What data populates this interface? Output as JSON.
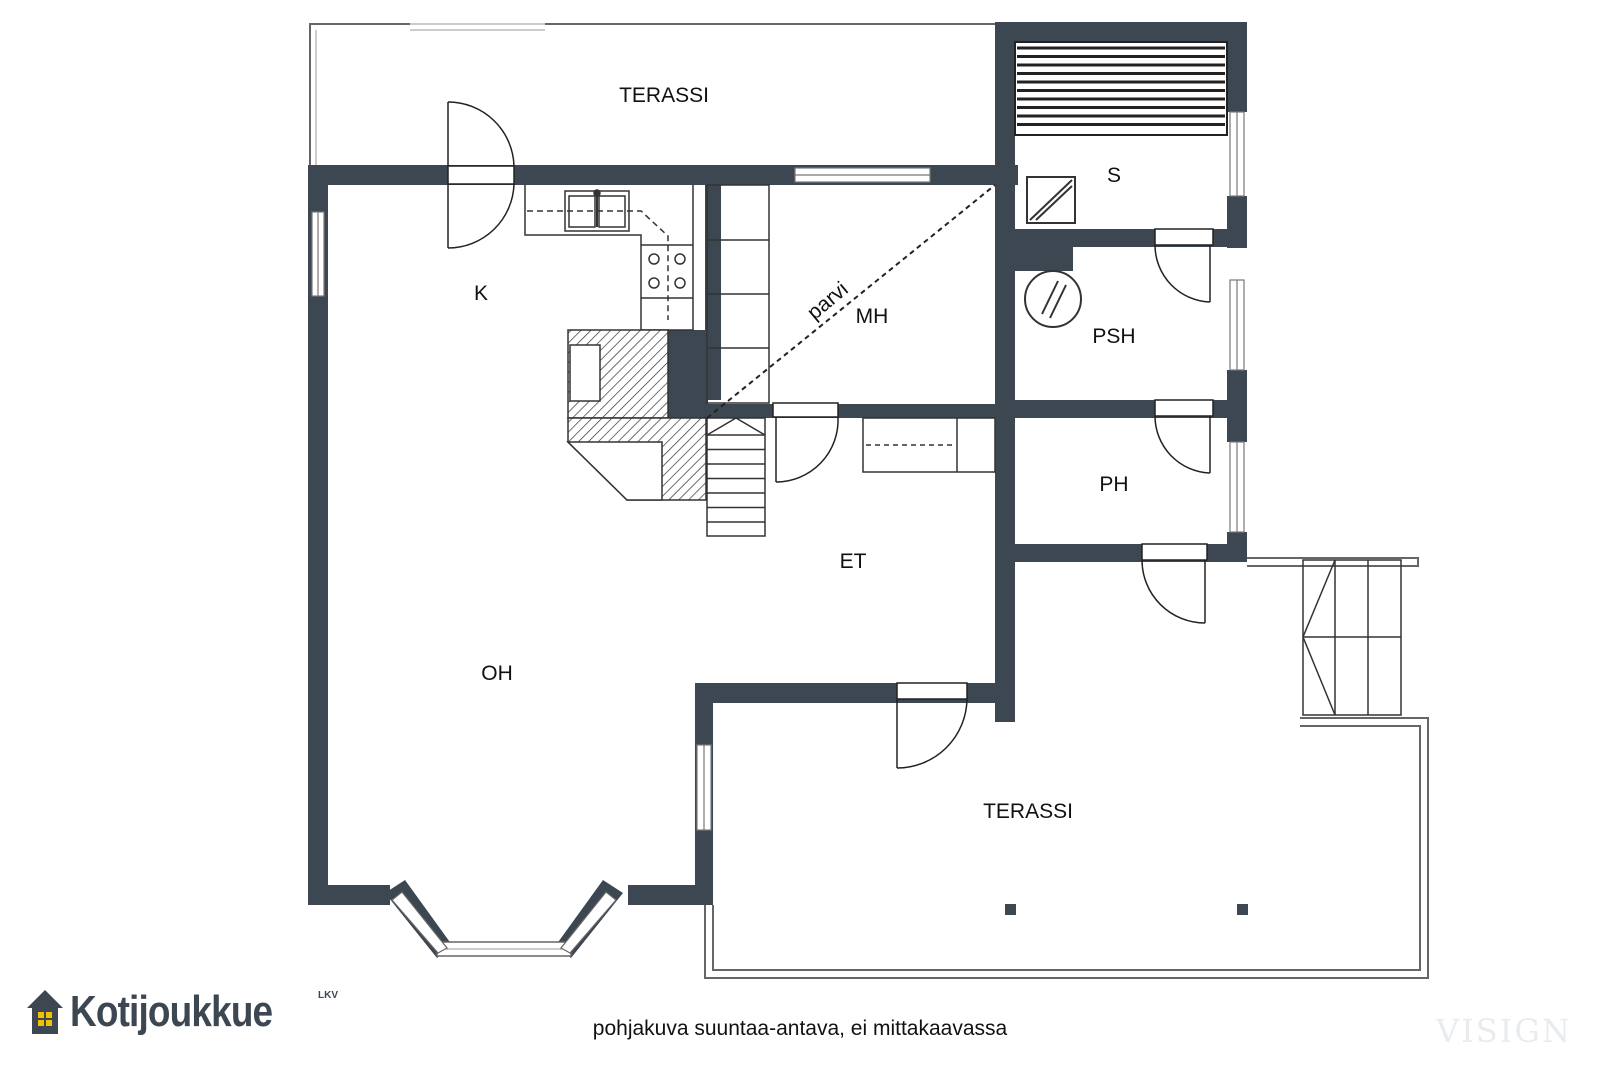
{
  "rooms": {
    "terassi_top": "TERASSI",
    "s": "S",
    "k": "K",
    "parvi": "parvi",
    "mh": "MH",
    "psh": "PSH",
    "ph": "PH",
    "et": "ET",
    "oh": "OH",
    "terassi_bottom": "TERASSI"
  },
  "caption": "pohjakuva suuntaa-antava, ei mittakaavassa",
  "brand": {
    "name": "Kotijoukkue",
    "suffix": "LKV",
    "icon": "house-icon"
  },
  "watermark": "VISIGN",
  "colors": {
    "wall": "#3d4751",
    "line": "#333333",
    "brand": "#3d4751",
    "brand_window": "#f2c200"
  }
}
